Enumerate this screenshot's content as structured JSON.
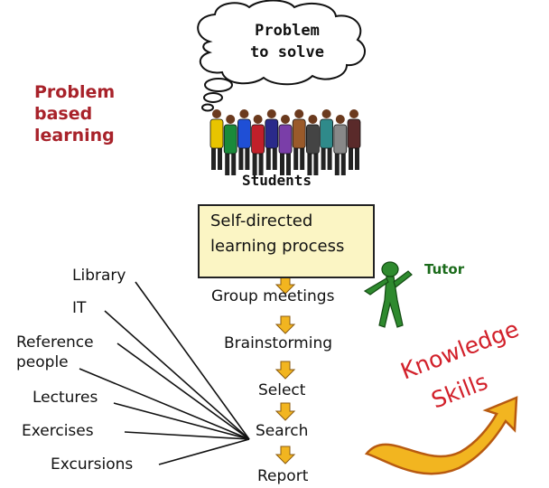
{
  "heading": {
    "line1": "Problem",
    "line2": "based",
    "line3": "learning"
  },
  "cloud": {
    "line1": "Problem",
    "line2": "to solve"
  },
  "students_label": "Students",
  "self_directed": {
    "line1": "Self-directed",
    "line2": "learning process"
  },
  "steps": [
    "Group meetings",
    "Brainstorming",
    "Select",
    "Search",
    "Report"
  ],
  "resources": [
    "Library",
    "IT",
    "Reference",
    "people",
    "Lectures",
    "Exercises",
    "Excursions"
  ],
  "tutor_label": "Tutor",
  "outcomes": {
    "line1": "Knowledge",
    "line2": "Skills"
  },
  "colors": {
    "heading": "#a8222a",
    "tutor": "#1b6b1b",
    "outcomes": "#d2202a",
    "arrow": "#f2b520",
    "box": "#fbf5c4"
  },
  "student_colors": [
    "#e8c400",
    "#1a8a3a",
    "#1f4fd6",
    "#c0202a",
    "#2a2a8a",
    "#7a3ea8",
    "#9a5a2a",
    "#444444",
    "#2f8a8a",
    "#888888",
    "#5a2a2a"
  ]
}
